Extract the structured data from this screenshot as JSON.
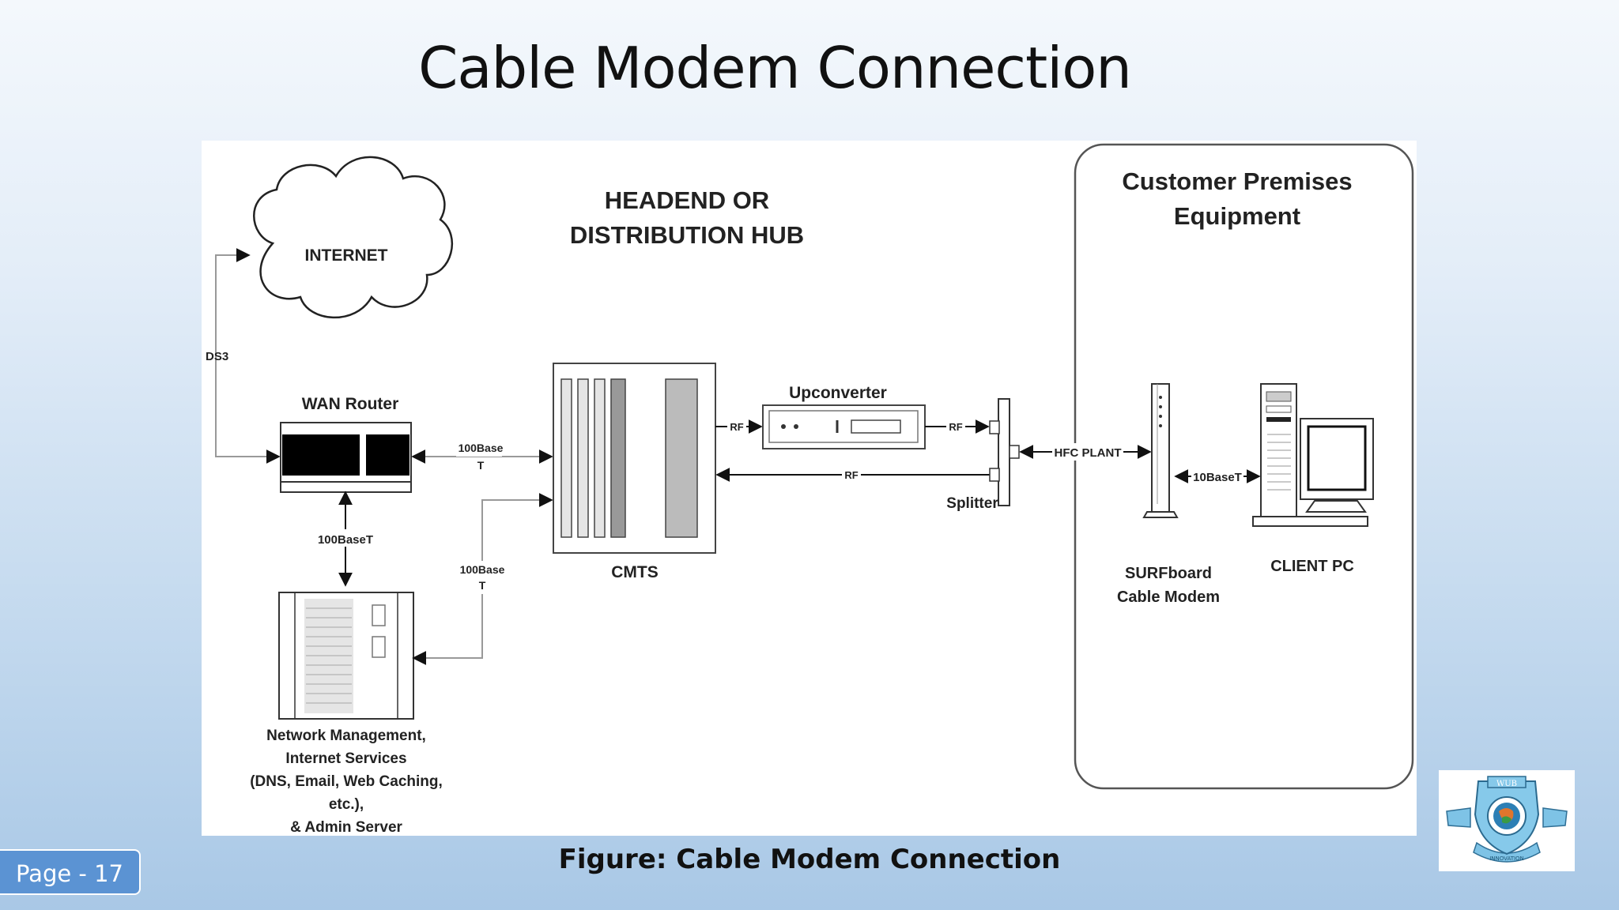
{
  "slide": {
    "title": "Cable Modem Connection",
    "caption": "Figure: Cable Modem Connection",
    "page_label": "Page - 17"
  },
  "diagram": {
    "internet": "INTERNET",
    "ds3": "DS3",
    "headend_line1": "HEADEND OR",
    "headend_line2": "DISTRIBUTION HUB",
    "wan_router": "WAN Router",
    "link_100baset_1a": "100Base",
    "link_100baset_1b": "T",
    "link_100baset_2a": "100Base",
    "link_100baset_2b": "T",
    "link_100baset_v": "100BaseT",
    "cmts": "CMTS",
    "upconverter": "Upconverter",
    "rf_1": "RF",
    "rf_2": "RF",
    "rf_3": "RF",
    "splitter": "Splitter",
    "hfc_plant": "HFC PLANT",
    "cpe_line1": "Customer Premises",
    "cpe_line2": "Equipment",
    "link_10baset": "10BaseT",
    "modem_line1": "SURFboard",
    "modem_line2": "Cable Modem",
    "client_pc": "CLIENT PC",
    "server_line1": "Network Management,",
    "server_line2": "Internet Services",
    "server_line3": "(DNS, Email, Web Caching,",
    "server_line4": "etc.),",
    "server_line5": "& Admin Server"
  },
  "logo": {
    "text_top": "WUB",
    "text_bottom": "INNOVATION"
  },
  "icons": [
    "cloud-icon",
    "router-icon",
    "server-icon",
    "cmts-icon",
    "upconverter-icon",
    "splitter-icon",
    "cable-modem-icon",
    "client-pc-icon",
    "university-logo-icon"
  ]
}
